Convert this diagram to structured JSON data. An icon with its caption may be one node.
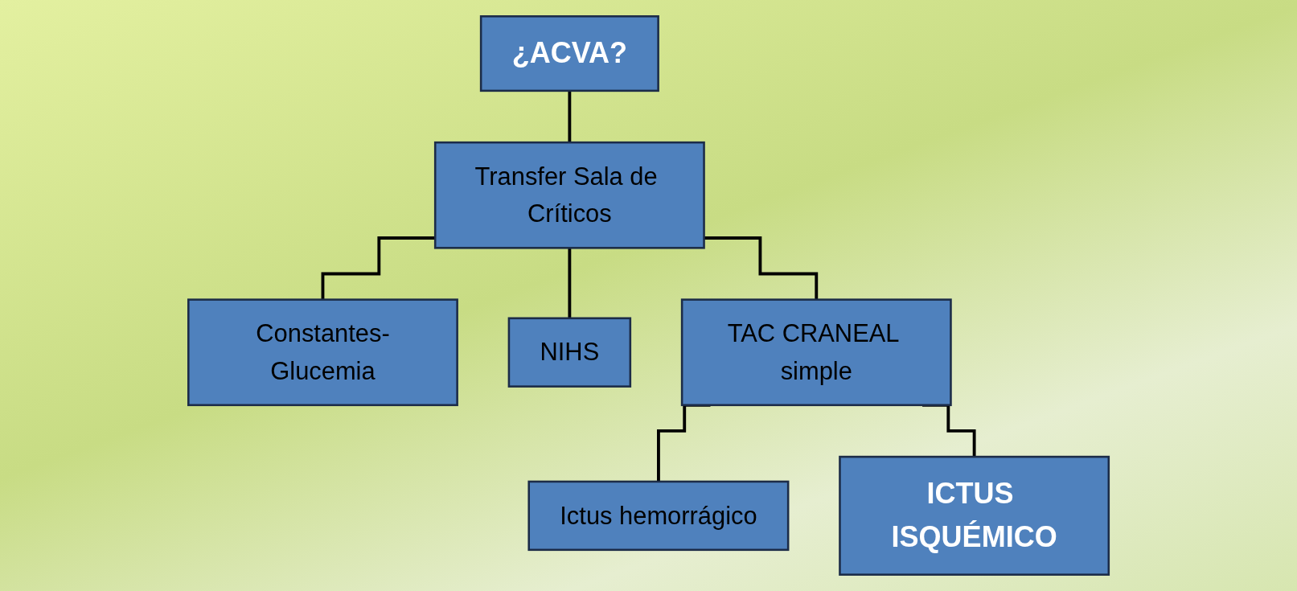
{
  "diagram": {
    "nodes": [
      {
        "text": [
          "¿ACVA?"
        ]
      },
      {
        "text": [
          "Transfer Sala de Críticos"
        ]
      },
      {
        "text": [
          "Constantes-Glucemia"
        ]
      },
      {
        "text": [
          "NIHS"
        ]
      },
      {
        "text": [
          "TAC CRANEAL simple"
        ]
      },
      {
        "text": [
          "Ictus hemorrágico"
        ]
      },
      {
        "text": [
          "ICTUS ISQUÉMICO"
        ]
      }
    ],
    "edges": [
      {
        "from": 0,
        "to": 1,
        "arrow": "none"
      },
      {
        "from": 1,
        "to": 2,
        "arrow": "none"
      },
      {
        "from": 1,
        "to": 3,
        "arrow": "none"
      },
      {
        "from": 1,
        "to": 4,
        "arrow": "none"
      },
      {
        "from": 4,
        "to": 5,
        "arrow": "none"
      },
      {
        "from": 4,
        "to": 6,
        "arrow": "none"
      }
    ]
  }
}
